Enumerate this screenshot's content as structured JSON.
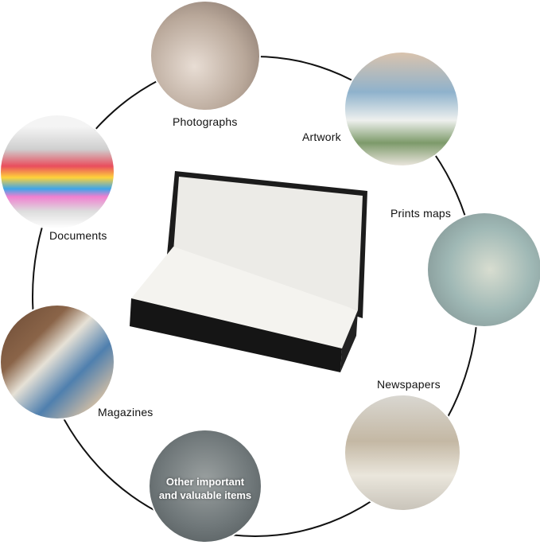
{
  "items": [
    {
      "label": "Photographs",
      "icon": "photographs-photo"
    },
    {
      "label": "Artwork",
      "icon": "artwork-photo"
    },
    {
      "label": "Documents",
      "icon": "documents-photo"
    },
    {
      "label": "Prints maps",
      "icon": "maps-photo"
    },
    {
      "label": "Magazines",
      "icon": "magazines-photo"
    },
    {
      "label": "Newspapers",
      "icon": "newspapers-photo"
    },
    {
      "label_line1": "Other important",
      "label_line2": "and valuable items",
      "icon": "valuables-photo"
    }
  ],
  "colors": {
    "ring": "#111111",
    "box": "#1a1a1a",
    "box_interior": "#f2f2ef"
  }
}
